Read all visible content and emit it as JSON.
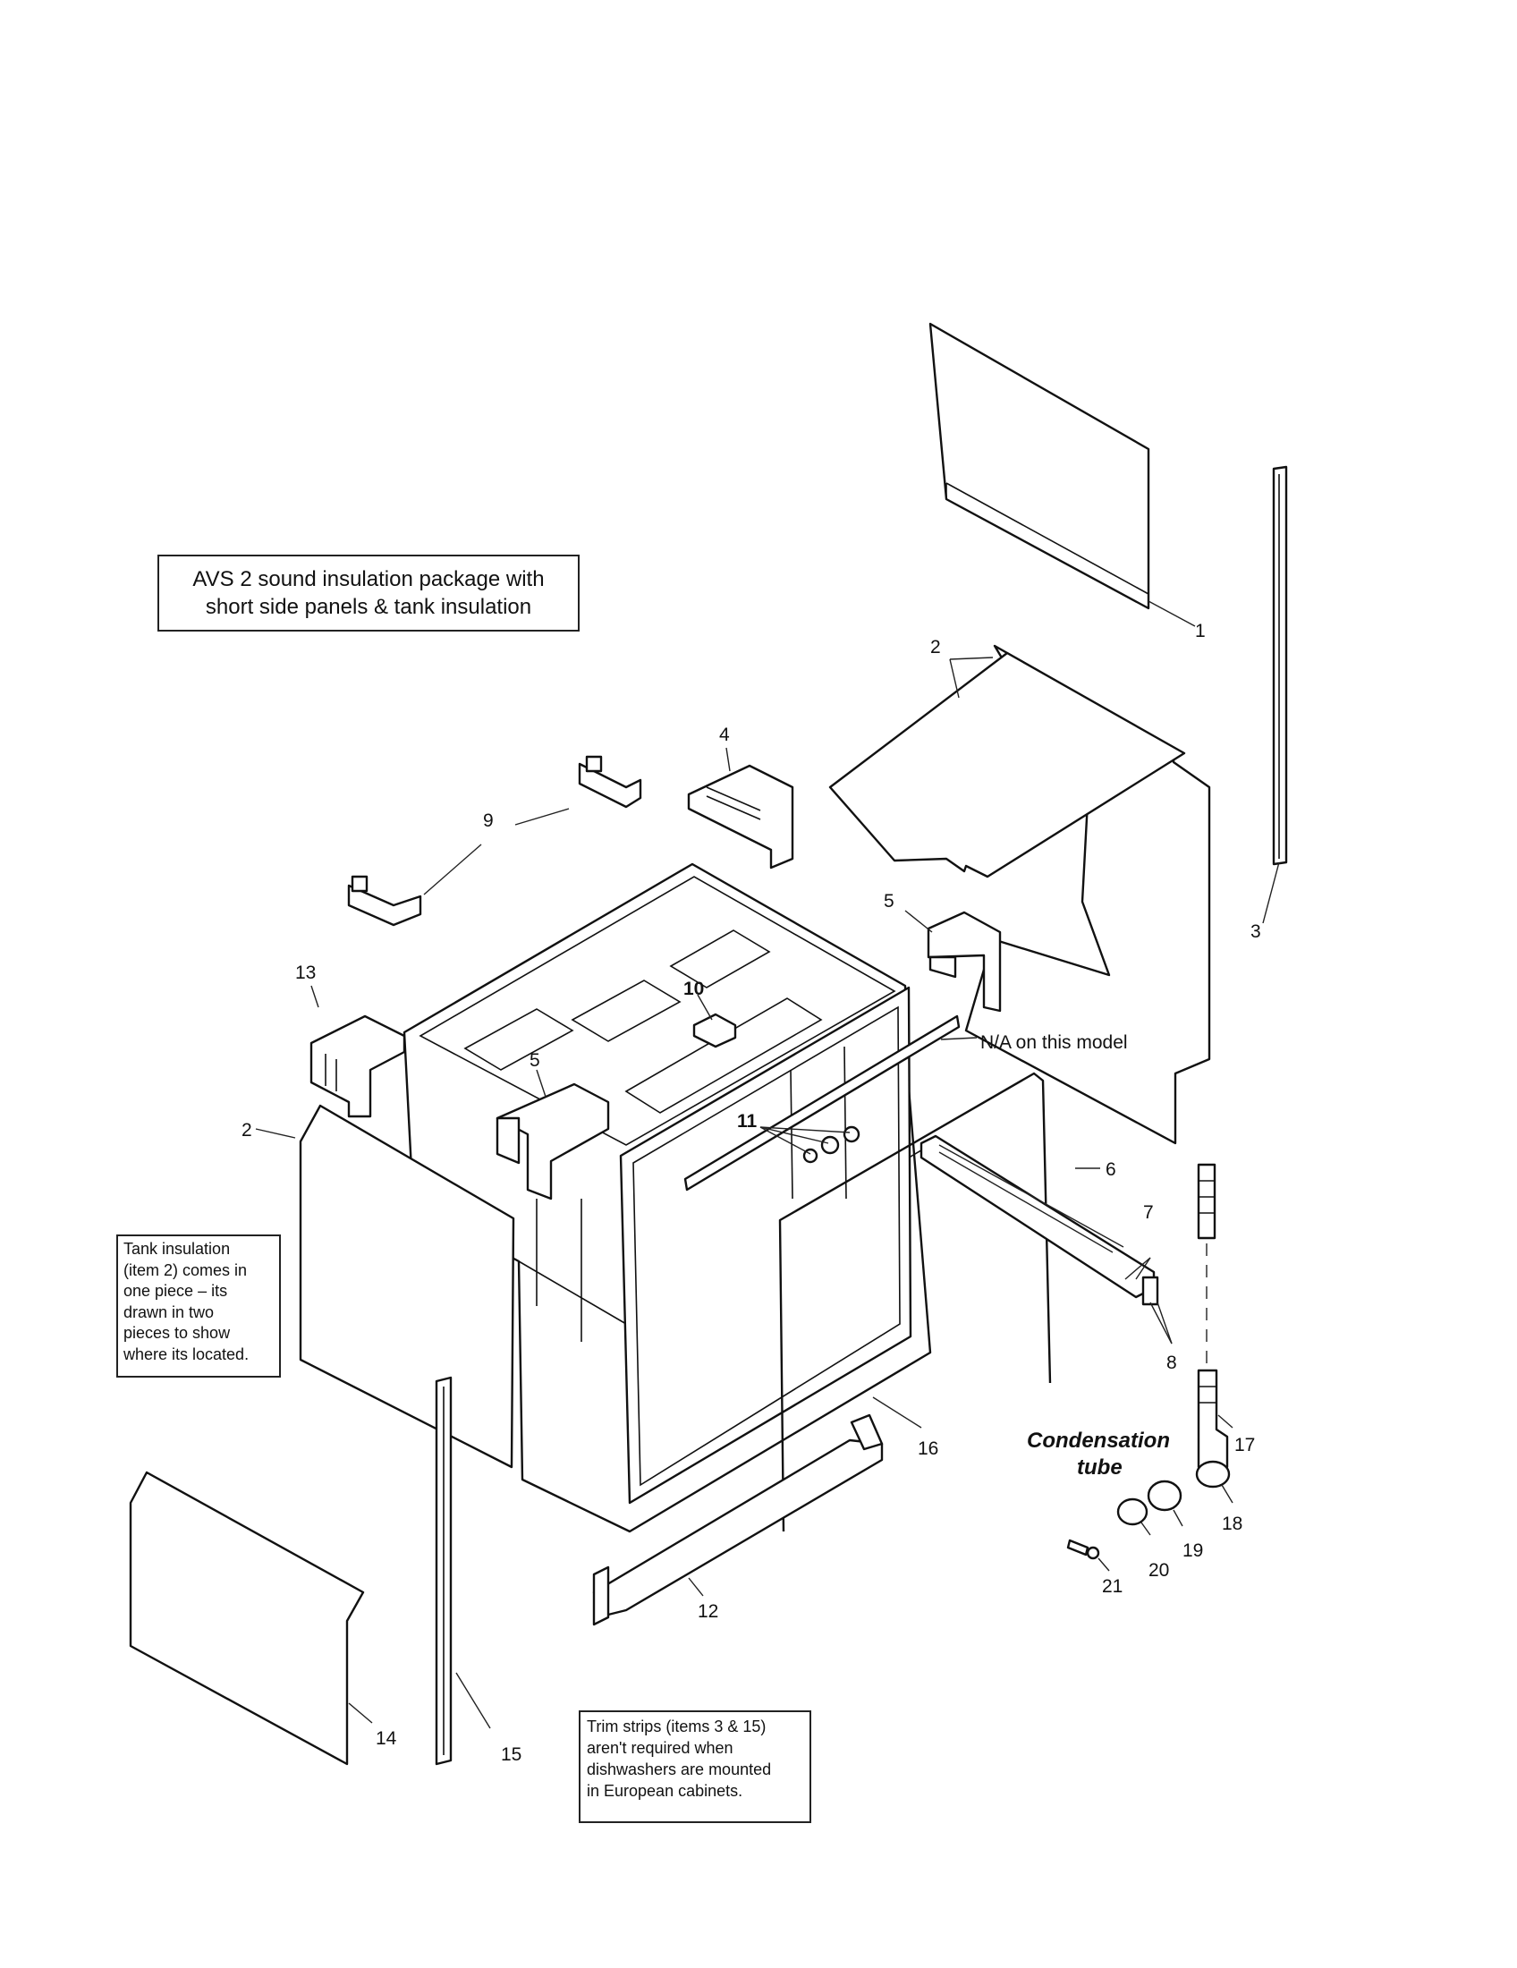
{
  "notes": {
    "title": [
      "AVS 2 sound insulation package with",
      "short side panels & tank insulation"
    ],
    "tank": [
      "Tank insulation",
      "(item 2) comes in",
      "one piece – its",
      "drawn in two",
      "pieces to show",
      "where its located."
    ],
    "trim": [
      "Trim strips (items 3 & 15)",
      "aren't required when",
      "dishwashers are mounted",
      "in European cabinets."
    ]
  },
  "callouts": {
    "c1": "1",
    "c2a": "2",
    "c2b": "2",
    "c3": "3",
    "c4": "4",
    "c5a": "5",
    "c5b": "5",
    "c6": "6",
    "c7": "7",
    "c8": "8",
    "c9": "9",
    "c10": "10",
    "c11": "11",
    "c12": "12",
    "c13": "13",
    "c14": "14",
    "c15": "15",
    "c16": "16",
    "c17": "17",
    "c18": "18",
    "c19": "19",
    "c20": "20",
    "c21": "21",
    "na": "N/A on this model"
  },
  "condensation": [
    "Condensation",
    "tube"
  ]
}
